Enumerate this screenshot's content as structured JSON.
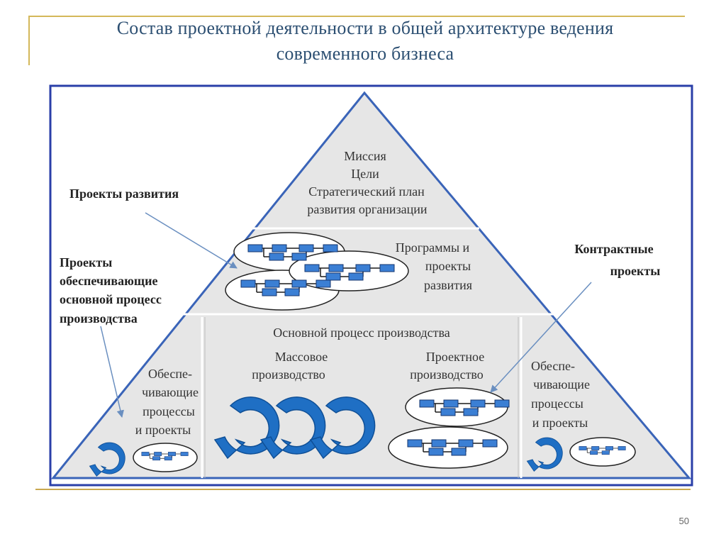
{
  "slide": {
    "title_line1": "Состав проектной деятельности в общей архитектуре ведения",
    "title_line2": "современного бизнеса",
    "page_number": "50"
  },
  "pyramid": {
    "apex": {
      "line1": "Миссия",
      "line2": "Цели",
      "line3": "Стратегический план",
      "line4": "развития организации"
    },
    "middle": {
      "line1": "Программы и",
      "line2": "проекты",
      "line3": "развития"
    },
    "base_center": {
      "heading": "Основной процесс производства",
      "mass_line1": "Массовое",
      "mass_line2": "производство",
      "project_line1": "Проектное",
      "project_line2": "производство"
    },
    "base_left": {
      "line1": "Обеспе-",
      "line2": "чивающие",
      "line3": "процессы",
      "line4": "и проекты"
    },
    "base_right": {
      "line1": "Обеспе-",
      "line2": "чивающие",
      "line3": "процессы",
      "line4": "и проекты"
    }
  },
  "callouts": {
    "development_projects": "Проекты развития",
    "supporting_line1": "Проекты",
    "supporting_line2": "обеспечивающие",
    "supporting_line3": "основной процесс",
    "supporting_line4": "производства",
    "contract_line1": "Контрактные",
    "contract_line2": "проекты"
  },
  "colors": {
    "frame_border": "#2a3fa8",
    "pyramid_fill": "#e6e6e6",
    "pyramid_edge": "#3a64b8",
    "cycle_blue": "#1f6fc4",
    "flow_box": "#3b7fd4",
    "title_color": "#2c4f72",
    "gold_rule": "#d4b85a"
  }
}
